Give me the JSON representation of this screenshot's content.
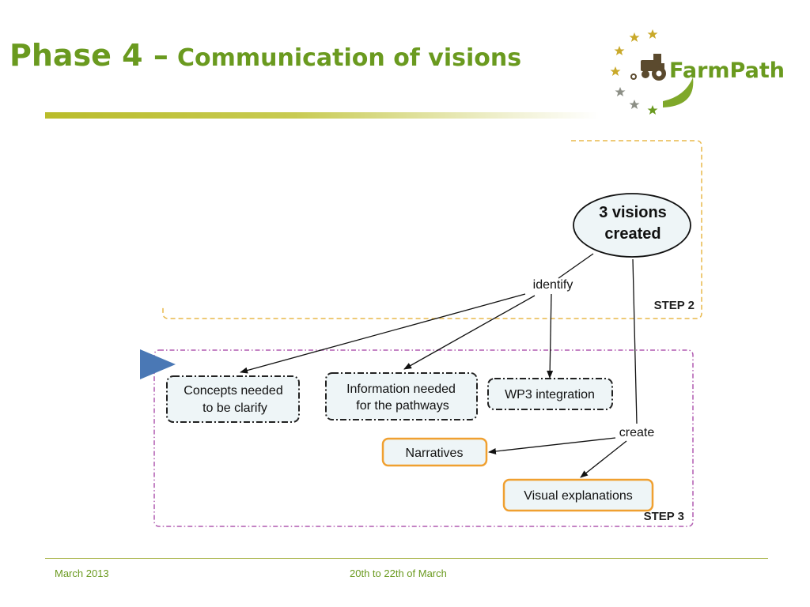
{
  "slide": {
    "title_main": "Phase 4 –",
    "title_sub": "Communication of visions"
  },
  "logo": {
    "name": "FarmPath",
    "colors": {
      "green": "#6a9a1f",
      "brown": "#5b4a2e",
      "star_gold": "#c9a92a",
      "star_gray": "#8c8f86"
    }
  },
  "diagram": {
    "step2_label": "STEP 2",
    "step3_label": "STEP 3",
    "oval_line1": "3 visions",
    "oval_line2": "created",
    "identify": "identify",
    "create": "create",
    "concepts_line1": "Concepts needed",
    "concepts_line2": "to be clarify",
    "information_line1": "Information needed",
    "information_line2": "for the pathways",
    "wp3": "WP3 integration",
    "narratives": "Narratives",
    "visual": "Visual explanations",
    "colors": {
      "step2_border": "#e8b84a",
      "step3_border": "#b05ab0",
      "result_border": "#f0a030",
      "node_fill": "#eef5f7"
    }
  },
  "footer": {
    "date": "March 2013",
    "event": "20th to 22th of March"
  }
}
